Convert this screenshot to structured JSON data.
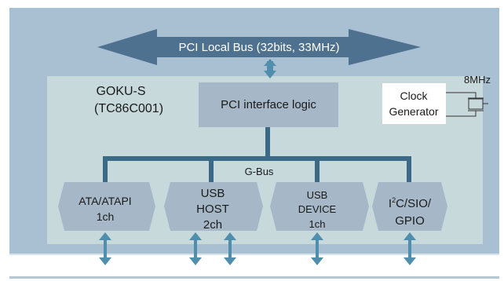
{
  "bus": {
    "label": "PCI Local Bus (32bits, 33MHz)"
  },
  "chip": {
    "name": "GOKU-S",
    "part": "(TC86C001)"
  },
  "pci_logic": {
    "label": "PCI interface logic"
  },
  "clock": {
    "line1": "Clock",
    "line2": "Generator",
    "crystal_label": "8MHz"
  },
  "gbus": {
    "label": "G-Bus"
  },
  "blocks": {
    "ata": {
      "line1": "ATA/ATAPI",
      "line2": "1ch"
    },
    "usb_host": {
      "line1": "USB",
      "line2": "HOST",
      "line3": "2ch"
    },
    "usb_device": {
      "line1": "USB",
      "line2": "DEVICE",
      "line3": "1ch"
    },
    "i2c": {
      "prefix": "I",
      "sup": "2",
      "rest": "C/SIO/",
      "line2": "GPIO"
    }
  },
  "colors": {
    "outer_panel": "#a9c0d2",
    "inner_panel": "#c8d9dc",
    "bus_arrow": "#4f7190",
    "gbus_line": "#3a6a86",
    "pci_box": "#a6b8c7",
    "hex_block": "#a6b8c7",
    "io_arrow": "#4f8eac",
    "text": "#1a1a1a"
  }
}
